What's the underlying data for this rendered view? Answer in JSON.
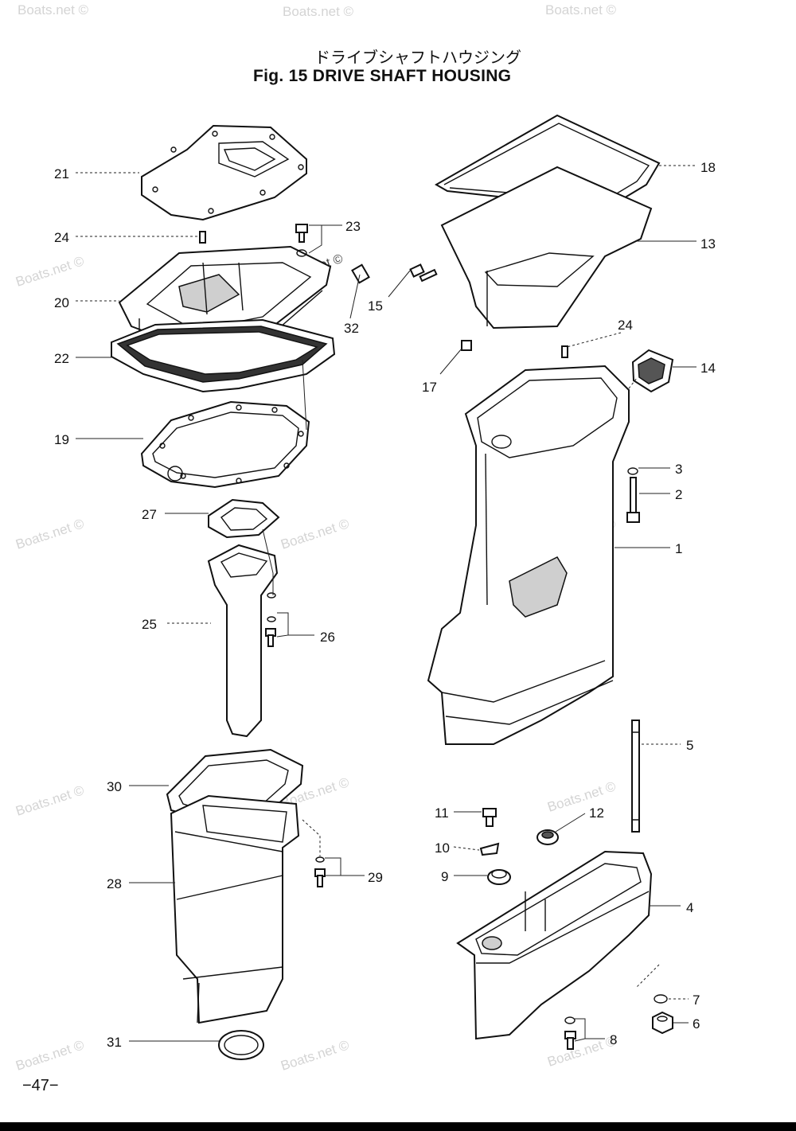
{
  "header": {
    "title_jp": "ドライブシャフトハウジング",
    "title_en": "Fig. 15   DRIVE SHAFT HOUSING"
  },
  "footer": {
    "page_number": "−47−"
  },
  "watermark": {
    "text": "Boats.net ©"
  },
  "callouts": [
    "21",
    "24",
    "20",
    "22",
    "19",
    "23",
    "32",
    "15",
    "17",
    "18",
    "13",
    "24",
    "14",
    "3",
    "2",
    "1",
    "27",
    "25",
    "26",
    "30",
    "28",
    "29",
    "31",
    "5",
    "11",
    "12",
    "10",
    "9",
    "4",
    "7",
    "6",
    "8"
  ]
}
